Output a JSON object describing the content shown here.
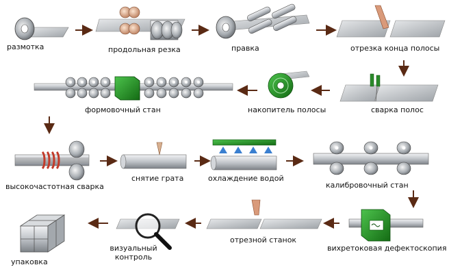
{
  "steps": [
    {
      "id": "s1",
      "label": "размотка"
    },
    {
      "id": "s2",
      "label": "продольная резка"
    },
    {
      "id": "s3",
      "label": "правка"
    },
    {
      "id": "s4",
      "label": "отрезка конца полосы"
    },
    {
      "id": "s5",
      "label": "сварка полос"
    },
    {
      "id": "s6",
      "label": "накопитель полосы"
    },
    {
      "id": "s7",
      "label": "формовочный стан"
    },
    {
      "id": "s8",
      "label": "высокочастотная сварка"
    },
    {
      "id": "s9",
      "label": "снятие грата"
    },
    {
      "id": "s10",
      "label": "охлаждение водой"
    },
    {
      "id": "s11",
      "label": "калибровочный стан"
    },
    {
      "id": "s12",
      "label": "вихретоковая дефектоскопия"
    },
    {
      "id": "s13",
      "label": "отрезной станок"
    },
    {
      "id": "s14",
      "label": "визуальный контроль"
    },
    {
      "id": "s15",
      "label": "упаковка"
    }
  ],
  "flow": [
    "s1",
    "s2",
    "s3",
    "s4",
    "s5",
    "s6",
    "s7",
    "s8",
    "s9",
    "s10",
    "s11",
    "s12",
    "s13",
    "s14",
    "s15"
  ],
  "colors": {
    "arrow": "#5a2a14",
    "accent_green": "#1f8a1f",
    "metal": "#b8bcc2",
    "flame": "#d8b090",
    "coil_red": "#c23b2a"
  }
}
